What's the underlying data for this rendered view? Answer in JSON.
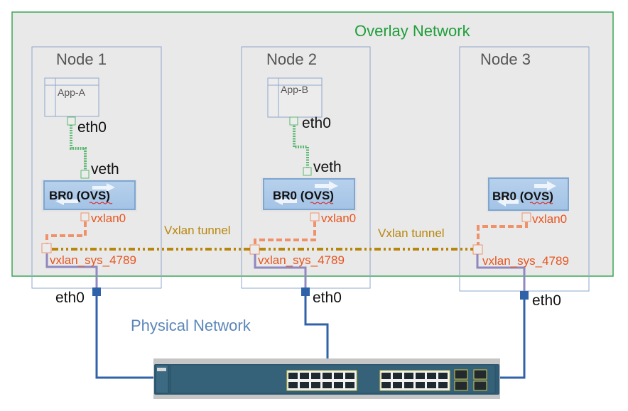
{
  "overlay": {
    "label": "Overlay Network",
    "border_color": "#3aa655",
    "fill_color": "#e9e9e9"
  },
  "physical": {
    "label": "Physical Network",
    "link_color": "#2f62a8"
  },
  "tunnels": [
    {
      "label": "Vxlan tunnel",
      "between": [
        "Node 1",
        "Node 2"
      ]
    },
    {
      "label": "Vxlan tunnel",
      "between": [
        "Node 2",
        "Node 3"
      ]
    }
  ],
  "tunnel_color": "#b8860b",
  "nodes": [
    {
      "name": "Node 1",
      "app": "App-A",
      "app_iface": "eth0",
      "veth": "veth",
      "bridge": "BR0 (OVS)",
      "vxlan": "vxlan0",
      "vxlan_sys": "vxlan_sys_4789",
      "phys_iface": "eth0"
    },
    {
      "name": "Node 2",
      "app": "App-B",
      "app_iface": "eth0",
      "veth": "veth",
      "bridge": "BR0 (OVS)",
      "vxlan": "vxlan0",
      "vxlan_sys": "vxlan_sys_4789",
      "phys_iface": "eth0"
    },
    {
      "name": "Node 3",
      "bridge": "BR0 (OVS)",
      "vxlan": "vxlan0",
      "vxlan_sys": "vxlan_sys_4789",
      "phys_iface": "eth0"
    }
  ],
  "switch": {
    "name": "switch",
    "port_groups": 2,
    "ports_per_group": 12,
    "uplink_ports": 4
  }
}
